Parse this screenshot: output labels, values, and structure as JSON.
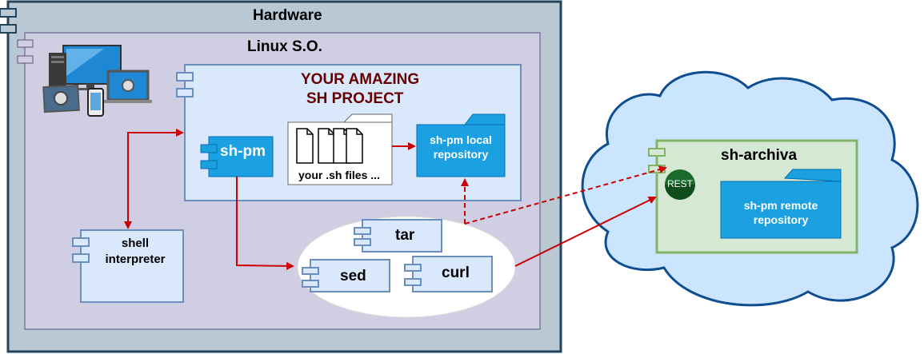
{
  "hardware": {
    "title": "Hardware"
  },
  "linux": {
    "title": "Linux S.O."
  },
  "project": {
    "title_line1": "YOUR AMAZING",
    "title_line2": "SH PROJECT",
    "title_color": "#660000"
  },
  "shpm": {
    "label": "sh-pm"
  },
  "files": {
    "label": "your .sh files ..."
  },
  "local_repo": {
    "line1": "sh-pm local",
    "line2": "repository"
  },
  "shell": {
    "line1": "shell",
    "line2": "interpreter"
  },
  "tools": {
    "tar": "tar",
    "sed": "sed",
    "curl": "curl"
  },
  "archiva": {
    "title": "sh-archiva",
    "rest": "REST",
    "repo_line1": "sh-pm remote",
    "repo_line2": "repository"
  },
  "colors": {
    "hardware_fill": "#bac8d3",
    "hardware_stroke": "#23445d",
    "linux_fill": "#d0cee2",
    "linux_stroke": "#56517e",
    "component_fill": "#dae8fc",
    "component_stroke": "#6c8ebf",
    "blue_fill": "#1ba1e2",
    "archiva_fill": "#d5e8d4",
    "archiva_stroke": "#82b366",
    "cloud_fill": "#cce5ff",
    "cloud_stroke": "#0e4d92",
    "arrow": "#cc0000",
    "rest_fill": "#1a6a2a"
  },
  "icons": [
    "desktop-computer-icon",
    "tower-pc-icon",
    "tablet-icon",
    "laptop-icon",
    "smartphone-icon",
    "file-icon",
    "rest-badge-icon"
  ]
}
